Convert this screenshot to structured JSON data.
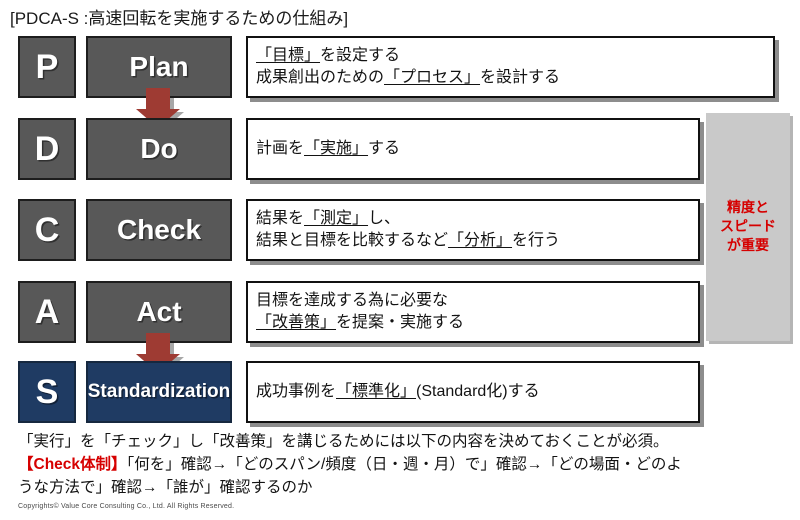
{
  "title": "[PDCA-S  :高速回転を実施するための仕組み]",
  "emphasis_panel": {
    "color": "#d60000",
    "background": "#c9c9c9",
    "lines": [
      "精度と",
      "スピード",
      "が重要"
    ]
  },
  "rows": [
    {
      "letter": "P",
      "name": "Plan",
      "box_color": "#585858",
      "desc_lines": [
        [
          {
            "t": "「目標」",
            "u": true
          },
          {
            "t": "を設定する",
            "u": false
          }
        ],
        [
          {
            "t": "成果創出のための",
            "u": false
          },
          {
            "t": "「プロセス」",
            "u": true
          },
          {
            "t": "を設計する",
            "u": false
          }
        ]
      ]
    },
    {
      "letter": "D",
      "name": "Do",
      "box_color": "#585858",
      "desc_lines": [
        [
          {
            "t": "計画を",
            "u": false
          },
          {
            "t": "「実施」",
            "u": true
          },
          {
            "t": "する",
            "u": false
          }
        ]
      ]
    },
    {
      "letter": "C",
      "name": "Check",
      "box_color": "#585858",
      "desc_lines": [
        [
          {
            "t": "結果を",
            "u": false
          },
          {
            "t": "「測定」",
            "u": true
          },
          {
            "t": "し、",
            "u": false
          }
        ],
        [
          {
            "t": "結果と目標を比較するなど",
            "u": false
          },
          {
            "t": "「分析」",
            "u": true
          },
          {
            "t": "を行う",
            "u": false
          }
        ]
      ]
    },
    {
      "letter": "A",
      "name": "Act",
      "box_color": "#585858",
      "desc_lines": [
        [
          {
            "t": "目標を達成する為に必要な",
            "u": false
          }
        ],
        [
          {
            "t": "「改善策」",
            "u": true
          },
          {
            "t": "を提案・実施する",
            "u": false
          }
        ]
      ]
    },
    {
      "letter": "S",
      "name": "Standardization",
      "box_color": "#1f3b63",
      "desc_lines": [
        [
          {
            "t": "成功事例を",
            "u": false
          },
          {
            "t": "「標準化」",
            "u": true
          },
          {
            "t": "(Standard化)する",
            "u": false
          }
        ]
      ]
    }
  ],
  "arrows": [
    {
      "name": "arrow-plan-to-do",
      "color": "#9e3b33"
    },
    {
      "name": "arrow-act-to-standardization",
      "color": "#9e3b33"
    }
  ],
  "bottom_note": {
    "line1": "「実行」を「チェック」し「改善策」を講じるためには以下の内容を決めておくことが必須。",
    "line2_label": "【Check体制】",
    "line2_rest": "「何を」確認→「どのスパン/頻度（日・週・月）で」確認→「どの場面・どのよ",
    "line3": "うな方法で」確認→「誰が」確認するのか"
  },
  "copyright": "Copyrights© Value Core Consulting Co., Ltd. All Rights Reserved."
}
